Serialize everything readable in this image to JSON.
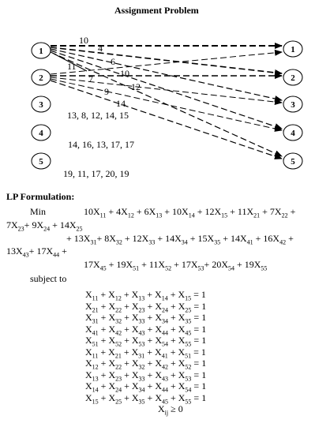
{
  "title": "Assignment Problem",
  "left_nodes": [
    "1",
    "2",
    "3",
    "4",
    "5"
  ],
  "right_nodes": [
    "1",
    "2",
    "3",
    "4",
    "5"
  ],
  "edge_costs": {
    "node1": [
      "10",
      "4",
      "6",
      "10",
      "12"
    ],
    "node2": [
      "11",
      "7",
      "9",
      "14"
    ]
  },
  "row_costs": [
    "13, 8, 12, 14, 15",
    "14, 16, 13, 17, 17",
    "19, 11, 17, 20, 19"
  ],
  "lp": {
    "heading": "LP Formulation:",
    "min_label": "Min",
    "objective_lines": [
      "10X<sub>11</sub> + 4X<sub>12</sub> + 6X<sub>13</sub> + 10X<sub>14</sub> + 12X<sub>15</sub> + 11X<sub>21</sub> + 7X<sub>22</sub> +",
      "7X<sub>23</sub>+ 9X<sub>24</sub> + 14X<sub>25</sub>",
      "+ 13X<sub>31</sub>+ 8X<sub>32</sub> + 12X<sub>33</sub> + 14X<sub>34</sub> + 15X<sub>35</sub> + 14X<sub>41</sub> + 16X<sub>42</sub> +",
      "13X<sub>43</sub>+ 17X<sub>44</sub> +",
      "17X<sub>45</sub> + 19X<sub>51</sub> + 11X<sub>52</sub> + 17X<sub>53</sub>+ 20X<sub>54</sub> + 19X<sub>55</sub>"
    ],
    "subject_to": "subject to",
    "constraints": [
      "X<sub>11</sub> + X<sub>12</sub> + X<sub>13</sub> + X<sub>14</sub> + X<sub>15</sub> = 1",
      "X<sub>21</sub> + X<sub>22</sub> + X<sub>23</sub> + X<sub>24</sub> + X<sub>25</sub> = 1",
      "X<sub>31</sub> + X<sub>32</sub> + X<sub>33</sub> + X<sub>34</sub> + X<sub>35</sub> = 1",
      "X<sub>41</sub> + X<sub>42</sub> + X<sub>43</sub> + X<sub>44</sub> + X<sub>45</sub> = 1",
      "X<sub>51</sub> + X<sub>52</sub> + X<sub>53</sub> + X<sub>54</sub> + X<sub>55</sub> = 1",
      "X<sub>11</sub> + X<sub>21</sub> + X<sub>31</sub> + X<sub>41</sub> + X<sub>51</sub> = 1",
      "X<sub>12</sub> + X<sub>22</sub> + X<sub>32</sub> + X<sub>42</sub> + X<sub>52</sub> = 1",
      "X<sub>13</sub> + X<sub>23</sub> + X<sub>33</sub> + X<sub>43</sub> + X<sub>53</sub> = 1",
      "X<sub>14</sub> + X<sub>24</sub> + X<sub>34</sub> + X<sub>44</sub> + X<sub>54</sub> = 1",
      "X<sub>15</sub> + X<sub>25</sub> + X<sub>35</sub> + X<sub>45</sub> + X<sub>55</sub> = 1"
    ],
    "nonneg": "X<sub>ij</sub> &#8805; 0"
  }
}
